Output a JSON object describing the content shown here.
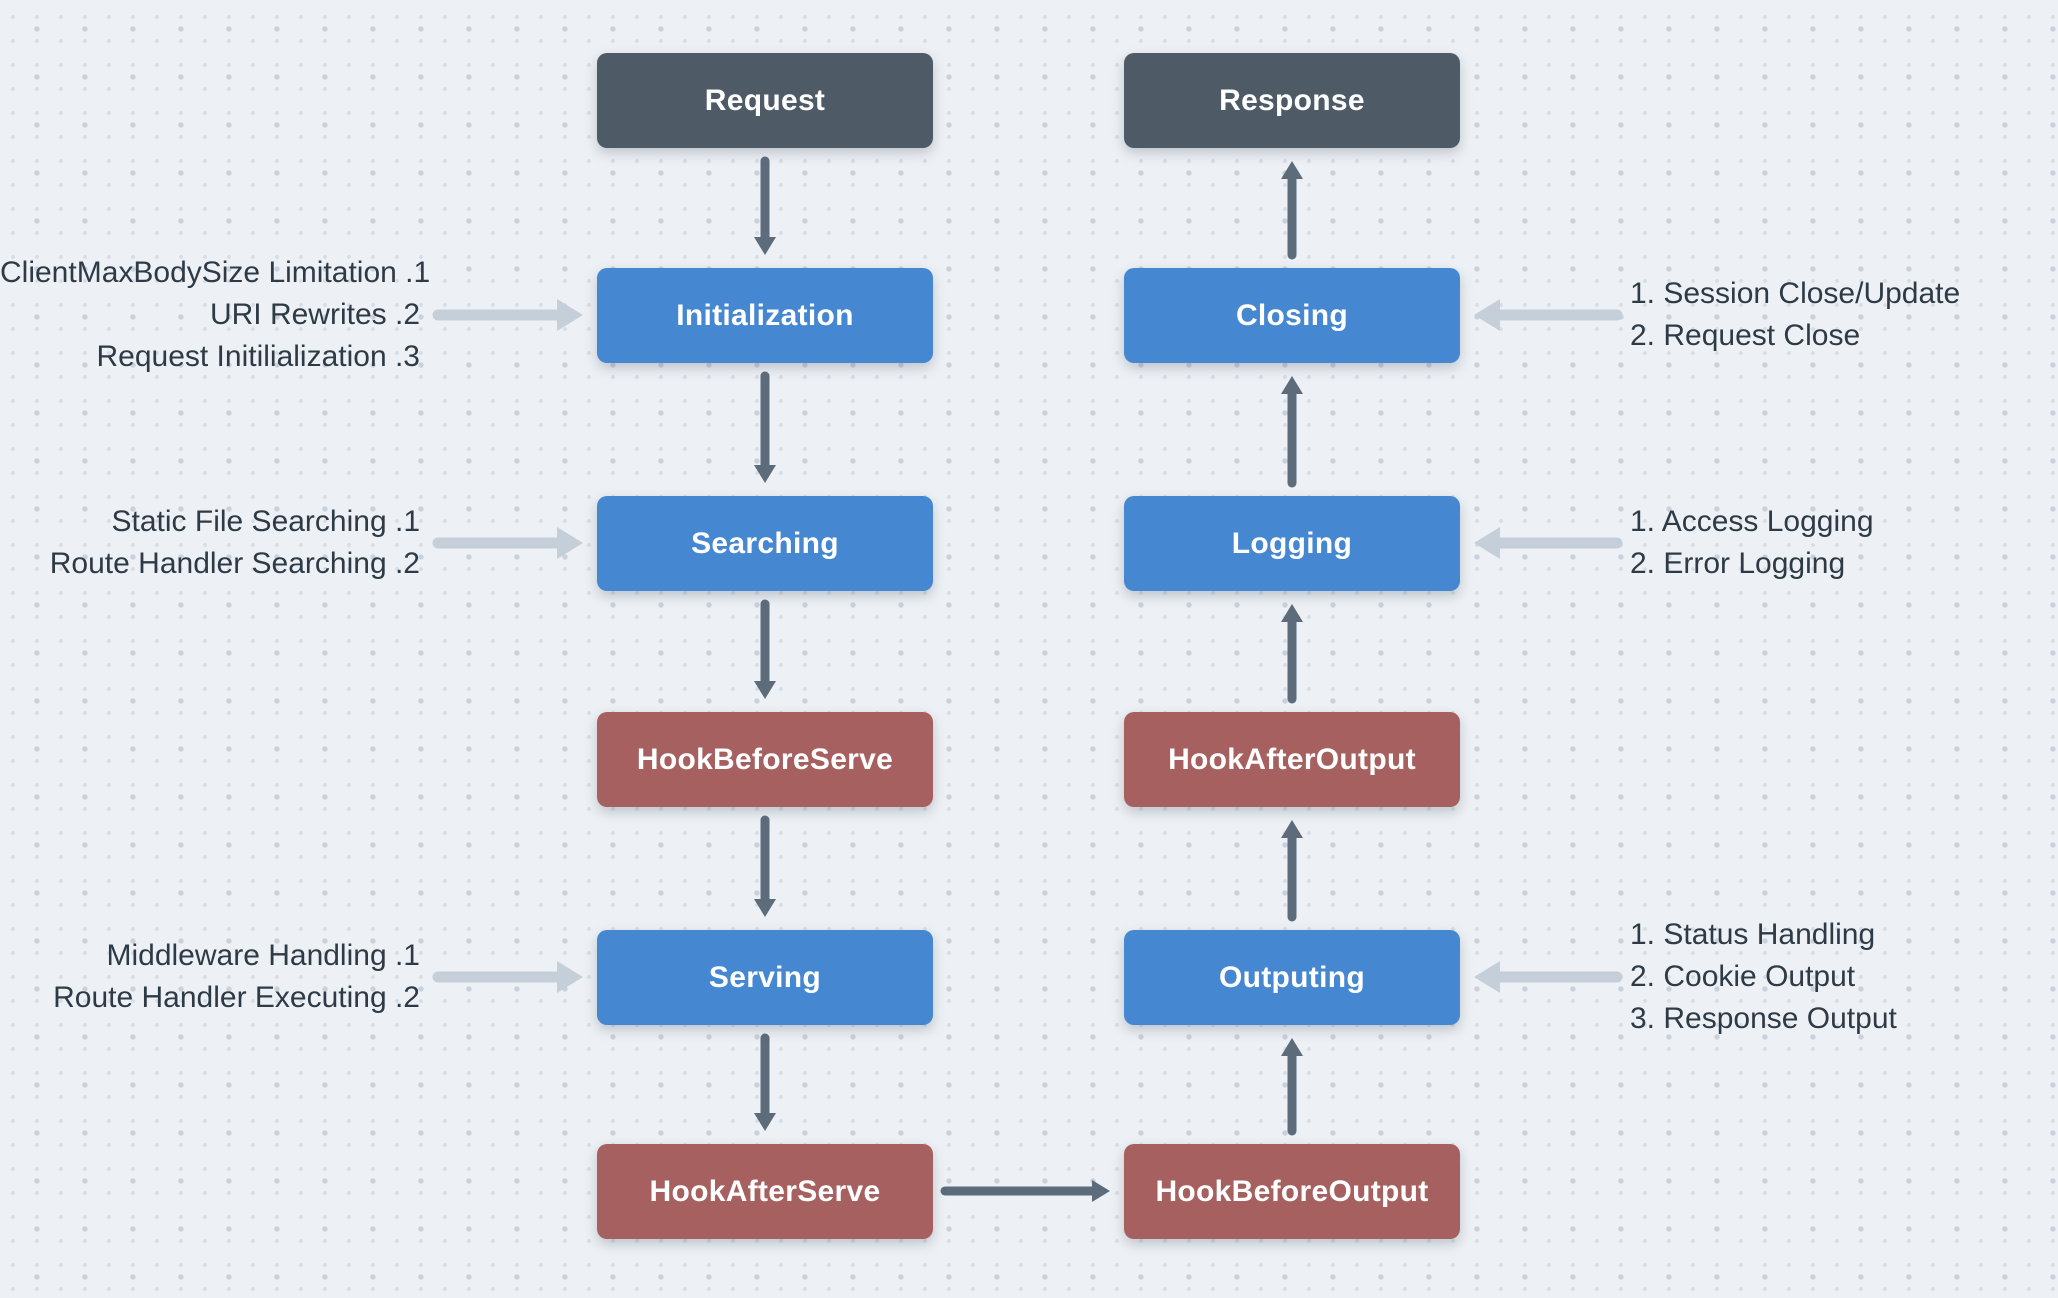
{
  "diagram": {
    "left_column": [
      {
        "id": "request",
        "label": "Request",
        "type": "dark"
      },
      {
        "id": "initialization",
        "label": "Initialization",
        "type": "blue"
      },
      {
        "id": "searching",
        "label": "Searching",
        "type": "blue"
      },
      {
        "id": "hook-before-serve",
        "label": "HookBeforeServe",
        "type": "red"
      },
      {
        "id": "serving",
        "label": "Serving",
        "type": "blue"
      },
      {
        "id": "hook-after-serve",
        "label": "HookAfterServe",
        "type": "red"
      }
    ],
    "right_column": [
      {
        "id": "response",
        "label": "Response",
        "type": "dark"
      },
      {
        "id": "closing",
        "label": "Closing",
        "type": "blue"
      },
      {
        "id": "logging",
        "label": "Logging",
        "type": "blue"
      },
      {
        "id": "hook-after-output",
        "label": "HookAfterOutput",
        "type": "red"
      },
      {
        "id": "outputing",
        "label": "Outputing",
        "type": "blue"
      },
      {
        "id": "hook-before-output",
        "label": "HookBeforeOutput",
        "type": "red"
      }
    ],
    "left_annotations": [
      {
        "target": "initialization",
        "lines": [
          "ClientMaxBodySize Limitation .1",
          "URI Rewrites .2",
          "Request Initilialization .3"
        ]
      },
      {
        "target": "searching",
        "lines": [
          "Static File Searching .1",
          "Route Handler Searching .2"
        ]
      },
      {
        "target": "serving",
        "lines": [
          "Middleware Handling .1",
          "Route Handler Executing .2"
        ]
      }
    ],
    "right_annotations": [
      {
        "target": "closing",
        "lines": [
          "1. Session Close/Update",
          "2. Request Close"
        ]
      },
      {
        "target": "logging",
        "lines": [
          "1. Access Logging",
          "2. Error Logging"
        ]
      },
      {
        "target": "outputing",
        "lines": [
          "1. Status Handling",
          "2. Cookie Output",
          "3. Response Output"
        ]
      }
    ],
    "colors": {
      "background": "#edf1f5",
      "box-dark": "#4e5a66",
      "box-blue": "#4587d0",
      "box-red": "#a66060",
      "box-text": "#ffffff",
      "flow-arrow": "#5d6c7b",
      "annotation-arrow": "#c5cfda",
      "annotation-text": "#2e3a46",
      "dot-large": "#c9d1dd",
      "dot-small": "#d7dce5"
    }
  }
}
